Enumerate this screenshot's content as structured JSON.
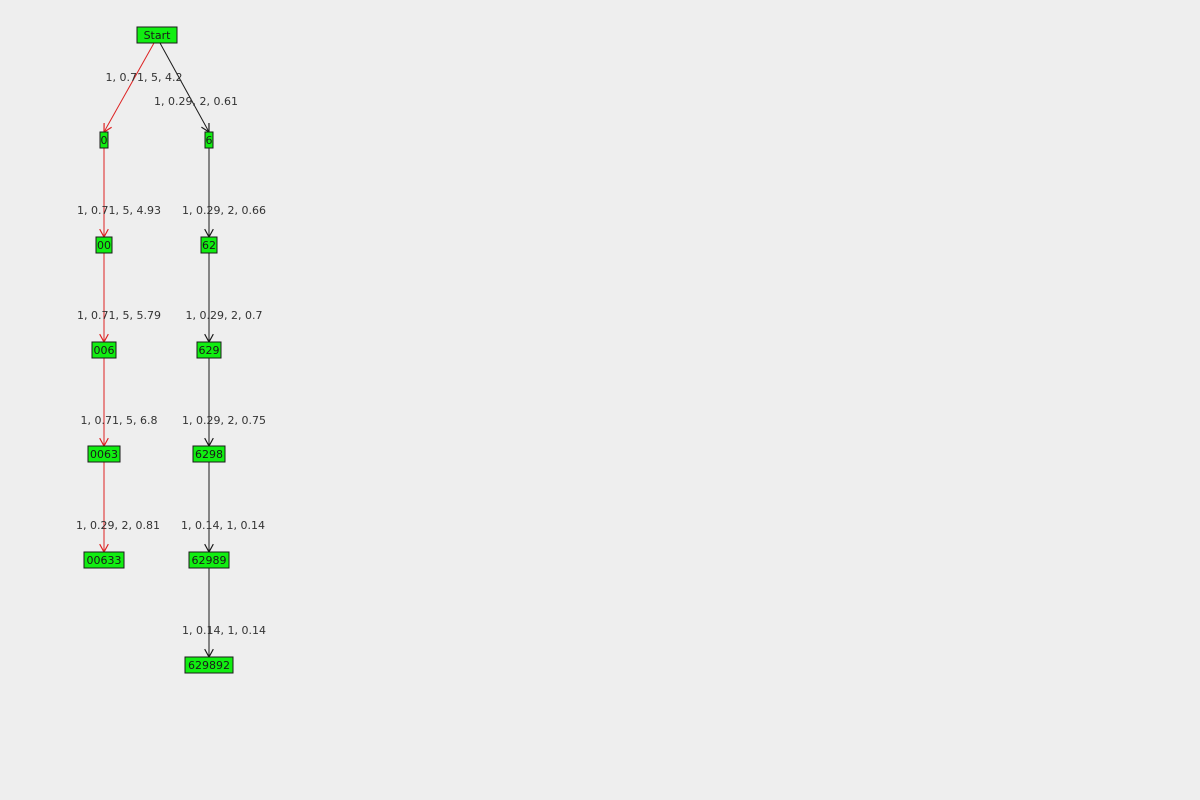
{
  "colors": {
    "background": "#eeeeee",
    "node_fill": "#11ee11",
    "node_border": "#1a1a1a",
    "edge_default": "#1a1a1a",
    "edge_highlight": "#dd2222"
  },
  "nodes": [
    {
      "id": "start",
      "label": "Start"
    },
    {
      "id": "n0",
      "label": "0"
    },
    {
      "id": "n6",
      "label": "6"
    },
    {
      "id": "n00",
      "label": "00"
    },
    {
      "id": "n62",
      "label": "62"
    },
    {
      "id": "n006",
      "label": "006"
    },
    {
      "id": "n629",
      "label": "629"
    },
    {
      "id": "n0063",
      "label": "0063"
    },
    {
      "id": "n6298",
      "label": "6298"
    },
    {
      "id": "n00633",
      "label": "00633"
    },
    {
      "id": "n62989",
      "label": "62989"
    },
    {
      "id": "n629892",
      "label": "629892"
    }
  ],
  "edges": [
    {
      "from": "start",
      "to": "n0",
      "label": "1, 0.71, 5, 4.2",
      "highlight": true
    },
    {
      "from": "start",
      "to": "n6",
      "label": "1, 0.29, 2, 0.61",
      "highlight": false
    },
    {
      "from": "n0",
      "to": "n00",
      "label": "1, 0.71, 5, 4.93",
      "highlight": true
    },
    {
      "from": "n6",
      "to": "n62",
      "label": "1, 0.29, 2, 0.66",
      "highlight": false
    },
    {
      "from": "n00",
      "to": "n006",
      "label": "1, 0.71, 5, 5.79",
      "highlight": true
    },
    {
      "from": "n62",
      "to": "n629",
      "label": "1, 0.29, 2, 0.7",
      "highlight": false
    },
    {
      "from": "n006",
      "to": "n0063",
      "label": "1, 0.71, 5, 6.8",
      "highlight": true
    },
    {
      "from": "n629",
      "to": "n6298",
      "label": "1, 0.29, 2, 0.75",
      "highlight": false
    },
    {
      "from": "n0063",
      "to": "n00633",
      "label": "1, 0.29, 2, 0.81",
      "highlight": true
    },
    {
      "from": "n6298",
      "to": "n62989",
      "label": "1, 0.14, 1, 0.14",
      "highlight": false
    },
    {
      "from": "n62989",
      "to": "n629892",
      "label": "1, 0.14, 1, 0.14",
      "highlight": false
    }
  ]
}
